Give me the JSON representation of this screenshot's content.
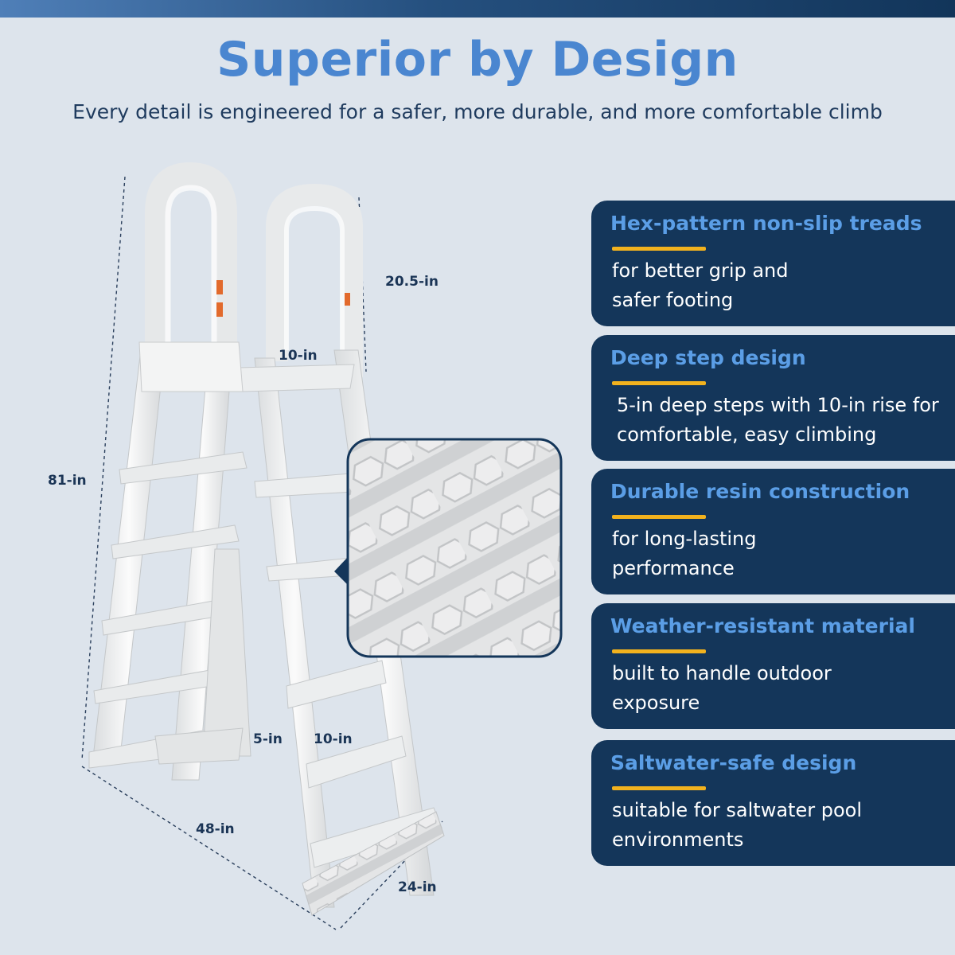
{
  "header": {
    "title": "Superior by Design",
    "subtitle": "Every detail is engineered for a safer, more durable, and more comfortable climb"
  },
  "dimensions": {
    "height_total": "81-in",
    "handrail_height": "20.5-in",
    "top_step_rise": "10-in",
    "step_depth": "5-in",
    "step_rise": "10-in",
    "base_length": "48-in",
    "base_width": "24-in"
  },
  "features": [
    {
      "title": "Hex-pattern non-slip treads",
      "desc": "for better grip and safer footing"
    },
    {
      "title": "Deep step design",
      "desc": "5-in deep steps with 10-in rise for comfortable, easy climbing"
    },
    {
      "title": "Durable resin construction",
      "desc": "for long-lasting performance"
    },
    {
      "title": "Weather-resistant material",
      "desc": "built to handle outdoor exposure"
    },
    {
      "title": "Saltwater-safe design",
      "desc": "suitable for saltwater pool environments"
    }
  ],
  "colors": {
    "background": "#dde4ec",
    "title": "#4a86d0",
    "card": "#14365a",
    "card_title": "#5b9ee6",
    "accent": "#f2b21e",
    "ladder": "#f1f2f2"
  }
}
